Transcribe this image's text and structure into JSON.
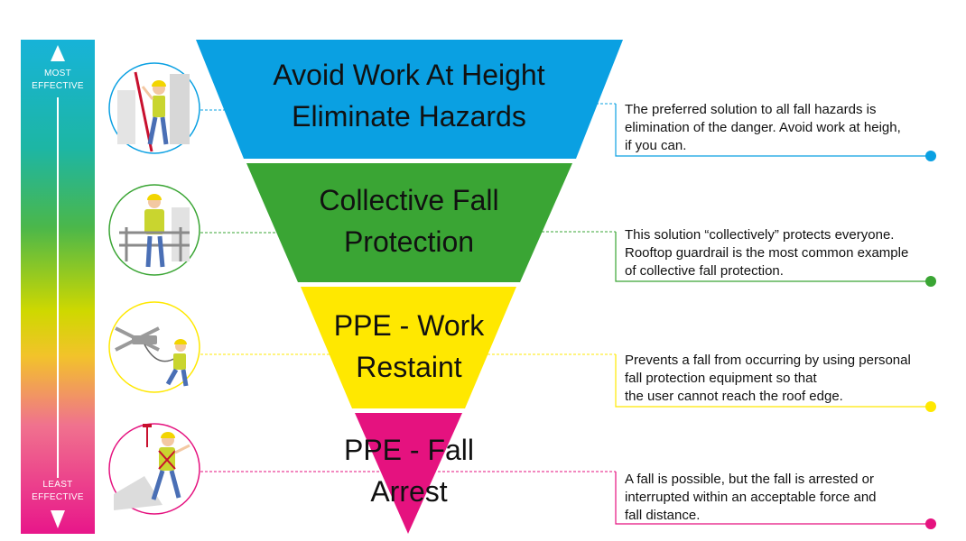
{
  "effectiveness_bar": {
    "top_label": [
      "MOST",
      "EFFECTIVE"
    ],
    "bottom_label": [
      "LEAST",
      "EFFECTIVE"
    ]
  },
  "tiers": [
    {
      "title_lines": [
        "Avoid Work At Height",
        "Eliminate Hazards"
      ],
      "description_lines": [
        "The preferred solution to all fall hazards is",
        "elimination of the danger. Avoid work at heigh,",
        "if you can."
      ],
      "color": "#0aa0e2",
      "illustration_icon": "worker-on-ladder-icon"
    },
    {
      "title_lines": [
        "Collective Fall",
        "Protection"
      ],
      "description_lines": [
        "This solution “collectively” protects everyone.",
        "Rooftop guardrail is the most common example",
        "of collective fall protection."
      ],
      "color": "#3aa534",
      "illustration_icon": "worker-behind-guardrail-icon"
    },
    {
      "title_lines": [
        "PPE - Work",
        "Restaint"
      ],
      "description_lines": [
        "Prevents a fall from occurring by using personal",
        "fall protection equipment so that",
        "the user cannot reach the roof edge."
      ],
      "color": "#ffe800",
      "illustration_icon": "worker-with-restraint-anchor-icon"
    },
    {
      "title_lines": [
        "PPE - Fall",
        "Arrest"
      ],
      "description_lines": [
        "A fall is possible, but the fall is arrested or",
        "interrupted within an acceptable force and",
        "fall distance."
      ],
      "color": "#e5127f",
      "illustration_icon": "worker-in-harness-icon"
    }
  ]
}
